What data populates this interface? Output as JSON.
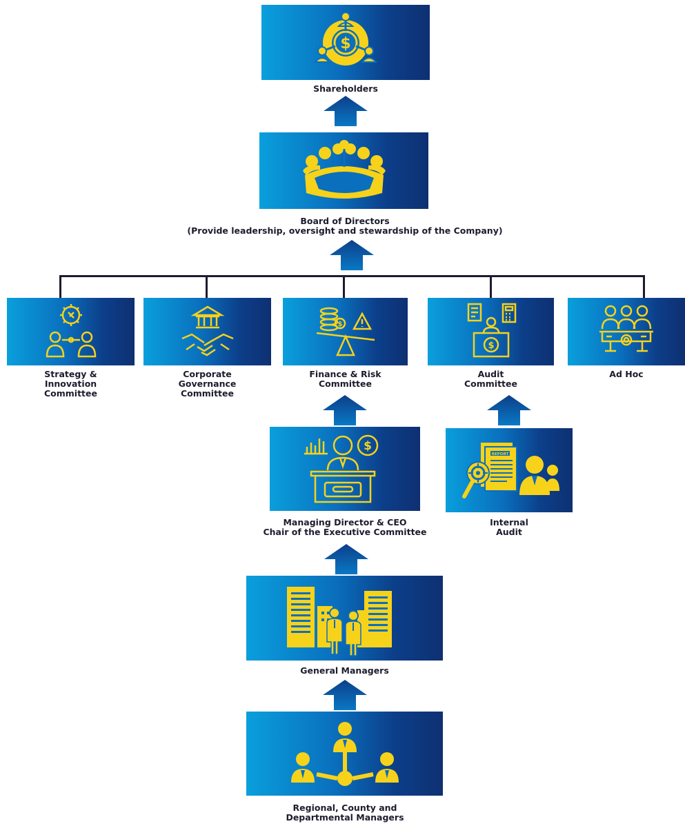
{
  "colors": {
    "box_gradient": [
      "#0a9fdc",
      "#0e3072"
    ],
    "icon": "#f7d21b",
    "arrow": "#0b4a9a",
    "connector": "#1c1c2e"
  },
  "nodes": {
    "shareholders": {
      "label": "Shareholders",
      "icon": "shareholders-icon"
    },
    "board": {
      "label": "Board of Directors",
      "sublabel": "(Provide leadership, oversight and stewardship of the Company)",
      "icon": "boardroom-icon"
    },
    "strategy": {
      "line1": "Strategy &",
      "line2": "Innovation",
      "line3": "Committee",
      "icon": "strategy-gear-icon"
    },
    "governance": {
      "line1": "Corporate",
      "line2": "Governance",
      "line3": "Committee",
      "icon": "handshake-icon"
    },
    "finance": {
      "line1": "Finance & Risk",
      "line2": "Committee",
      "icon": "balance-scale-icon"
    },
    "audit": {
      "line1": "Audit",
      "line2": "Committee",
      "icon": "audit-desk-icon"
    },
    "adhoc": {
      "label": "Ad Hoc",
      "icon": "team-gear-icon"
    },
    "ceo": {
      "line1": "Managing Director & CEO",
      "line2": "Chair of the Executive Committee",
      "icon": "executive-desk-icon"
    },
    "internal_audit": {
      "line1": "Internal",
      "line2": "Audit",
      "report_text": "REPORT",
      "icon": "report-magnifier-icon"
    },
    "general_managers": {
      "label": "General Managers",
      "icon": "office-buildings-icon"
    },
    "regional": {
      "line1": "Regional, County and",
      "line2": "Departmental Managers",
      "icon": "network-people-icon"
    }
  }
}
